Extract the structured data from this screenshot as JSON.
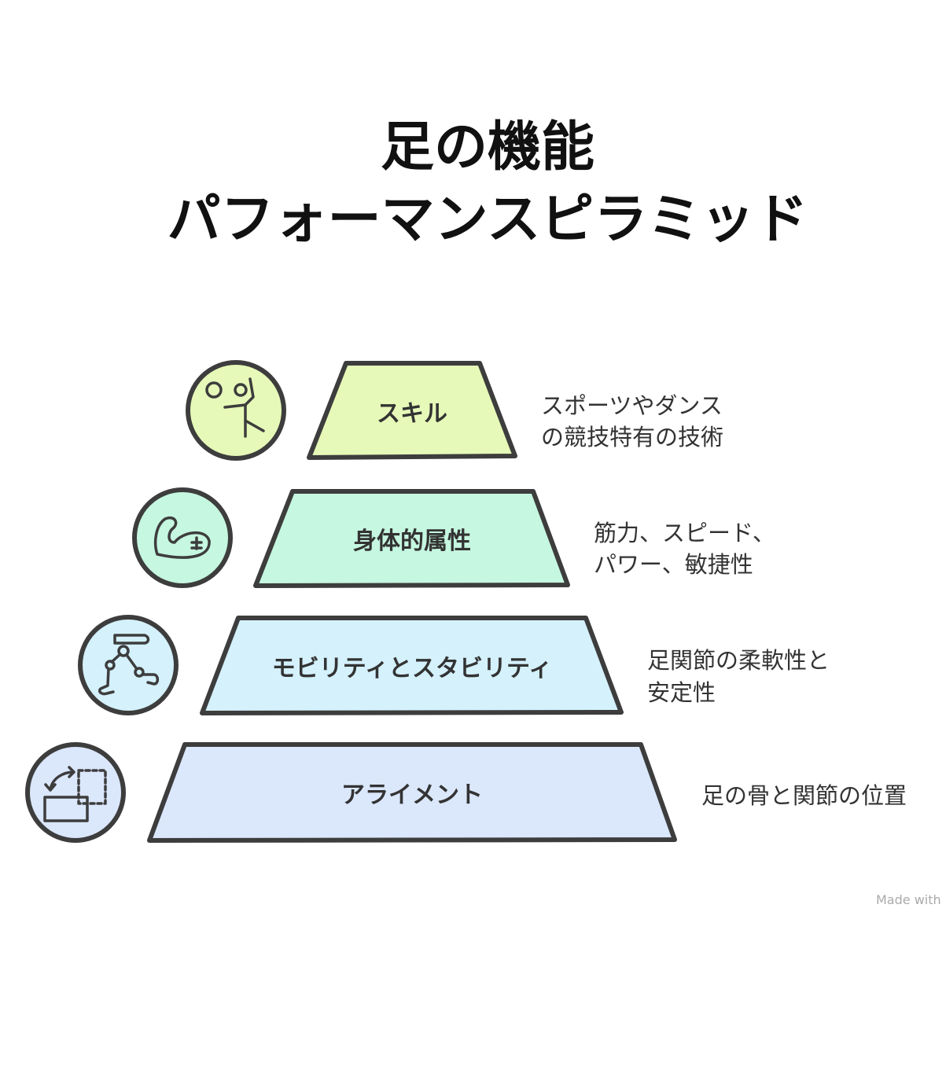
{
  "title": {
    "line1": "足の機能",
    "line2": "パフォーマンスピラミッド"
  },
  "tiers": [
    {
      "label": "スキル",
      "desc": [
        "スポーツやダンス",
        "の競技特有の技術"
      ],
      "icon": "athlete-icon",
      "color": "#e6f9b8"
    },
    {
      "label": "身体的属性",
      "desc": [
        "筋力、スピード、",
        "パワー、敏捷性"
      ],
      "icon": "flexed-arm-icon",
      "color": "#c6f7e0"
    },
    {
      "label": "モビリティとスタビリティ",
      "desc": [
        "足関節の柔軟性と",
        "安定性"
      ],
      "icon": "leg-joints-icon",
      "color": "#d4f1fc"
    },
    {
      "label": "アライメント",
      "desc": [
        "足の骨と関節の位置"
      ],
      "icon": "alignment-icon",
      "color": "#dbe7fb"
    }
  ],
  "watermark": "Made with"
}
